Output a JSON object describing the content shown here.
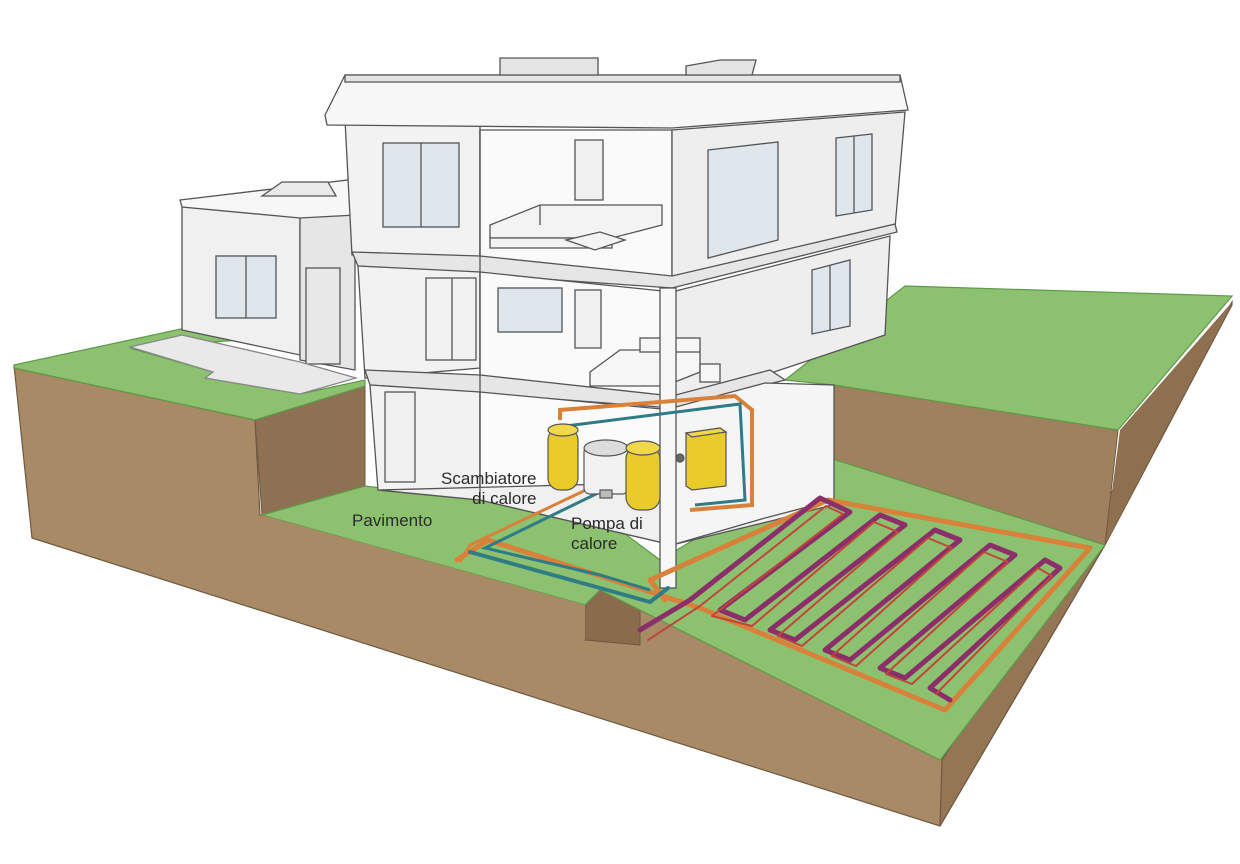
{
  "labels": {
    "scambiatore_line1": "Scambiatore",
    "scambiatore_line2": "di calore",
    "pavimento": "Pavimento",
    "pompa_line1": "Pompa di",
    "pompa_line2": "calore"
  },
  "colors": {
    "grass": "#8cc26f",
    "grass_edge": "#5e9a4a",
    "soil_front": "#a98a67",
    "soil_side": "#957654",
    "soil_dark": "#7d6246",
    "pipe_supply": "#d9803a",
    "pipe_return": "#2f7b86",
    "loop_red": "#c0463c",
    "loop_purple": "#8a2f6a",
    "tank_yellow": "#e9cb2a",
    "wall": "#f4f4f4",
    "line": "#555555"
  },
  "icons": {
    "heat_pump": "heat-pump-unit-icon",
    "tank": "storage-tank-icon",
    "control_box": "control-box-icon",
    "sofa": "sofa-icon",
    "bed": "bed-icon",
    "shower": "shower-icon",
    "door": "door-icon"
  }
}
